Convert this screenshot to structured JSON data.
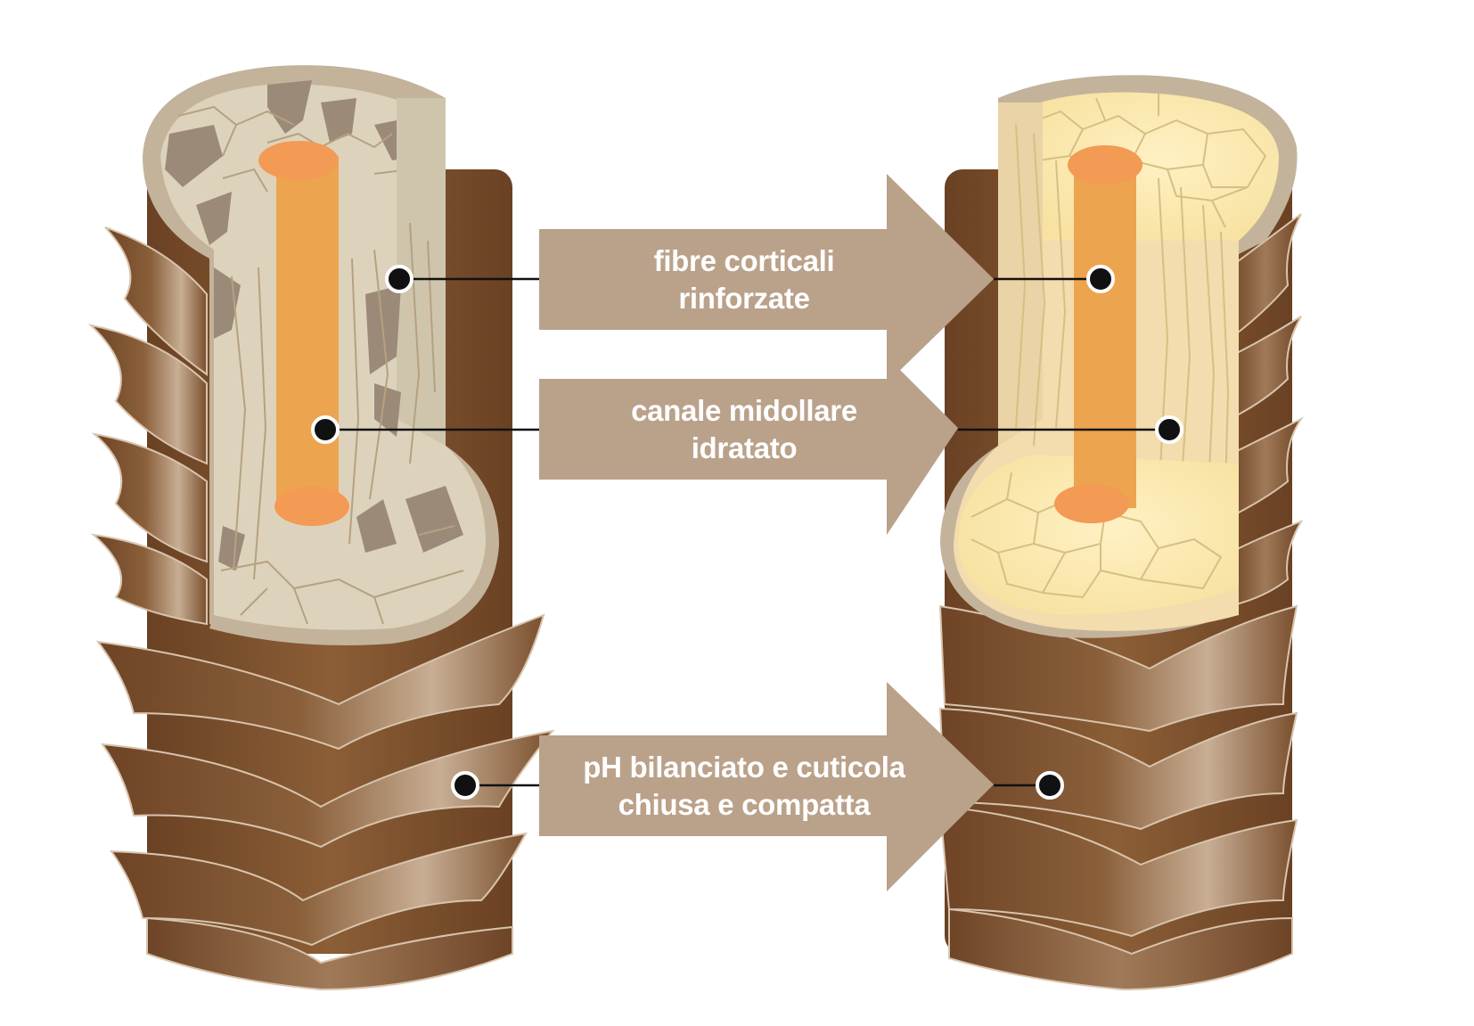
{
  "labels": {
    "fibre": [
      "fibre corticali",
      "rinforzate"
    ],
    "canale": [
      "canale midollare",
      "idratato"
    ],
    "cuticola": [
      "pH bilanciato e cuticola",
      "chiusa e compatta"
    ]
  },
  "colors": {
    "arrow": "#baa18a",
    "marker_fill": "#111111",
    "marker_ring": "#ffffff",
    "leader_line": "#111111",
    "medulla": "#eda44f",
    "medulla_top": "#f39a55",
    "cortex_damaged": "#ddd3bc",
    "cortex_damaged_gap": "#9c8a78",
    "cortex_healthy": "#f5e2a8",
    "cortex_healthy_face": "#f3dcad",
    "cuticle_rim": "#c3b39b",
    "scale_dark": "#7a4f2d",
    "scale_light": "#c6ad92"
  },
  "icons": {
    "damaged_hair": "damaged-hair-strand-icon",
    "healthy_hair": "healthy-hair-strand-icon"
  }
}
